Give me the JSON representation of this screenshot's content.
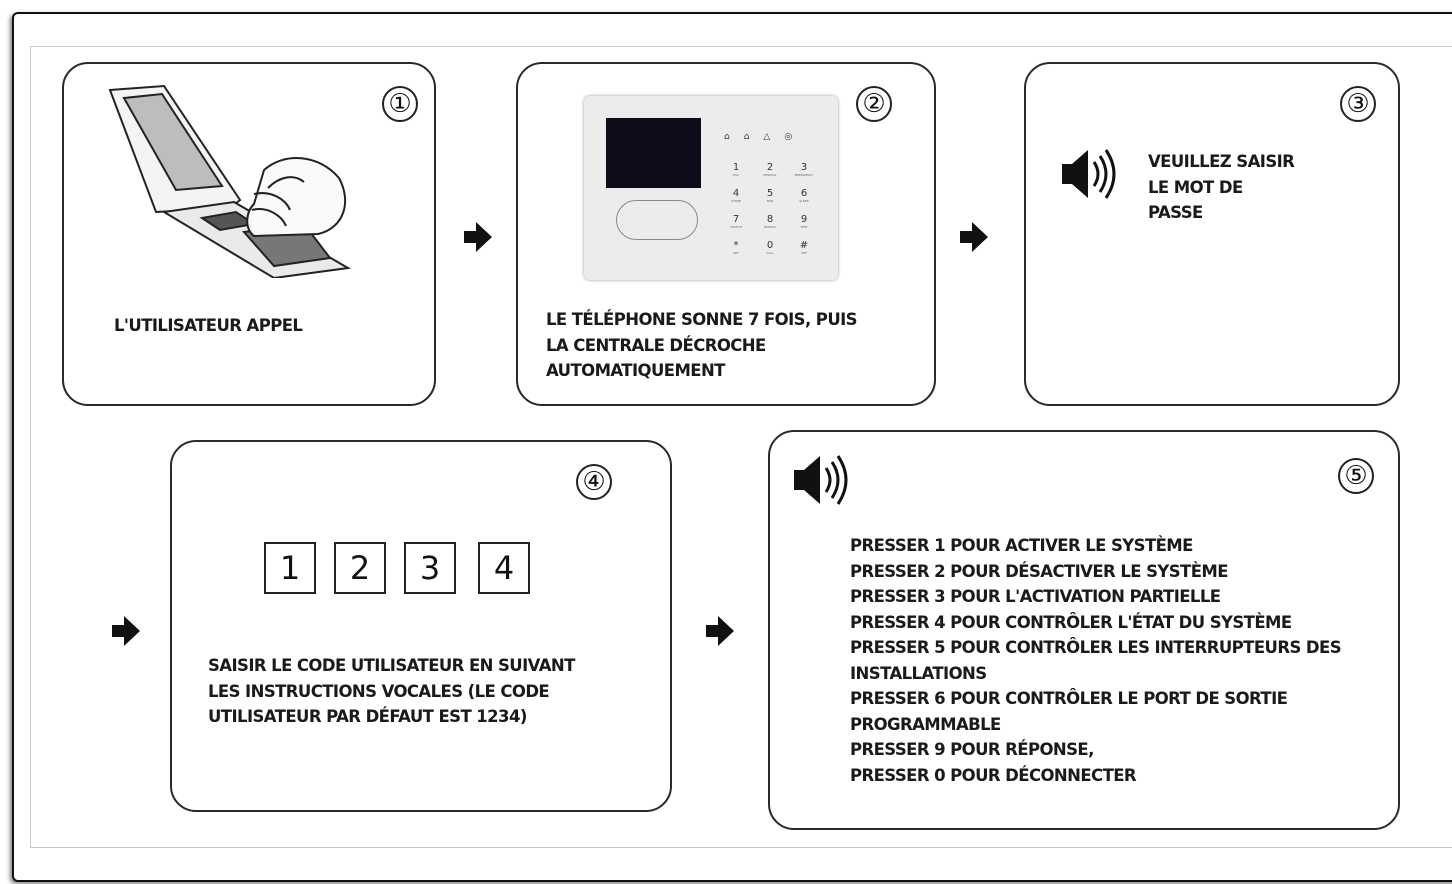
{
  "steps": [
    {
      "number": "①",
      "text": [
        "L'UTILISATEUR APPEL"
      ]
    },
    {
      "number": "②",
      "text": [
        "LE TÉLÉPHONE SONNE 7 FOIS, PUIS",
        "LA CENTRALE DÉCROCHE",
        "AUTOMATIQUEMENT"
      ]
    },
    {
      "number": "③",
      "text": [
        "VEUILLEZ SAISIR",
        "LE MOT DE",
        "PASSE"
      ]
    },
    {
      "number": "④",
      "code": [
        "1",
        "2",
        "3",
        "4"
      ],
      "text": [
        "SAISIR LE CODE UTILISATEUR EN SUIVANT",
        "LES INSTRUCTIONS VOCALES (LE CODE",
        "UTILISATEUR PAR DÉFAUT EST 1234)"
      ]
    },
    {
      "number": "⑤",
      "text": [
        "PRESSER 1 POUR ACTIVER LE SYSTÈME",
        "PRESSER 2  POUR DÉSACTIVER LE SYSTÈME",
        "PRESSER 3 POUR L'ACTIVATION PARTIELLE",
        "PRESSER 4 POUR CONTRÔLER L'ÉTAT DU SYSTÈME",
        "PRESSER 5 POUR CONTRÔLER LES INTERRUPTEURS DES",
        "INSTALLATIONS",
        "PRESSER 6 POUR CONTRÔLER LE PORT DE SORTIE",
        "PROGRAMMABLE",
        "PRESSER 9 POUR RÉPONSE,",
        "PRESSER 0 POUR DÉCONNECTER"
      ]
    }
  ],
  "icons": {
    "arrow": "arrow-right-icon",
    "speaker": "speaker-icon",
    "phone": "flip-phone-icon",
    "alarm_panel": "alarm-panel-icon"
  },
  "panel_keys": [
    {
      "d": "1",
      "s": "ESC"
    },
    {
      "d": "2",
      "s": "MEDICAL"
    },
    {
      "d": "3",
      "s": "EMERGENCY"
    },
    {
      "d": "4",
      "s": "CHIME"
    },
    {
      "d": "5",
      "s": "FIRE"
    },
    {
      "d": "6",
      "s": "SLEEP"
    },
    {
      "d": "7",
      "s": "SWITCH"
    },
    {
      "d": "8",
      "s": "BYPASS"
    },
    {
      "d": "9",
      "s": "TEST"
    },
    {
      "d": "*",
      "s": "SET"
    },
    {
      "d": "0",
      "s": "CALL"
    },
    {
      "d": "#",
      "s": "OFF"
    }
  ],
  "panel_status": [
    "ARM",
    "DISARM",
    "FAULT",
    "ALARM"
  ]
}
